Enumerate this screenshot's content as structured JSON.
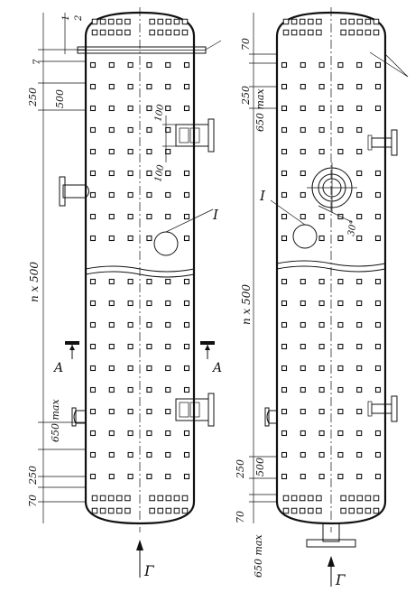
{
  "labels": {
    "left": {
      "dim_1": "1",
      "dim_2": "2",
      "dim_7": "7",
      "dim_250_top": "250",
      "dim_500": "500",
      "dim_100_a": "100",
      "dim_100_b": "100",
      "dim_nx500": "n x 500",
      "dim_650max": "650 max",
      "dim_250_bottom": "250",
      "dim_70": "70",
      "detail_I": "I",
      "section_A_left": "A",
      "section_A_right": "A",
      "flow_G": "Г"
    },
    "right": {
      "dim_70_top": "70",
      "dim_250": "250",
      "dim_650max_top": "650 max",
      "detail_I": "I",
      "angle_30": "30°",
      "dim_nx500": "n x 500",
      "dim_250_bottom": "250",
      "dim_500": "500",
      "dim_70_bottom": "70",
      "dim_650max_bottom": "650 max",
      "flow_G": "Г"
    }
  },
  "colors": {
    "ink": "#111111",
    "paper": "#ffffff"
  }
}
